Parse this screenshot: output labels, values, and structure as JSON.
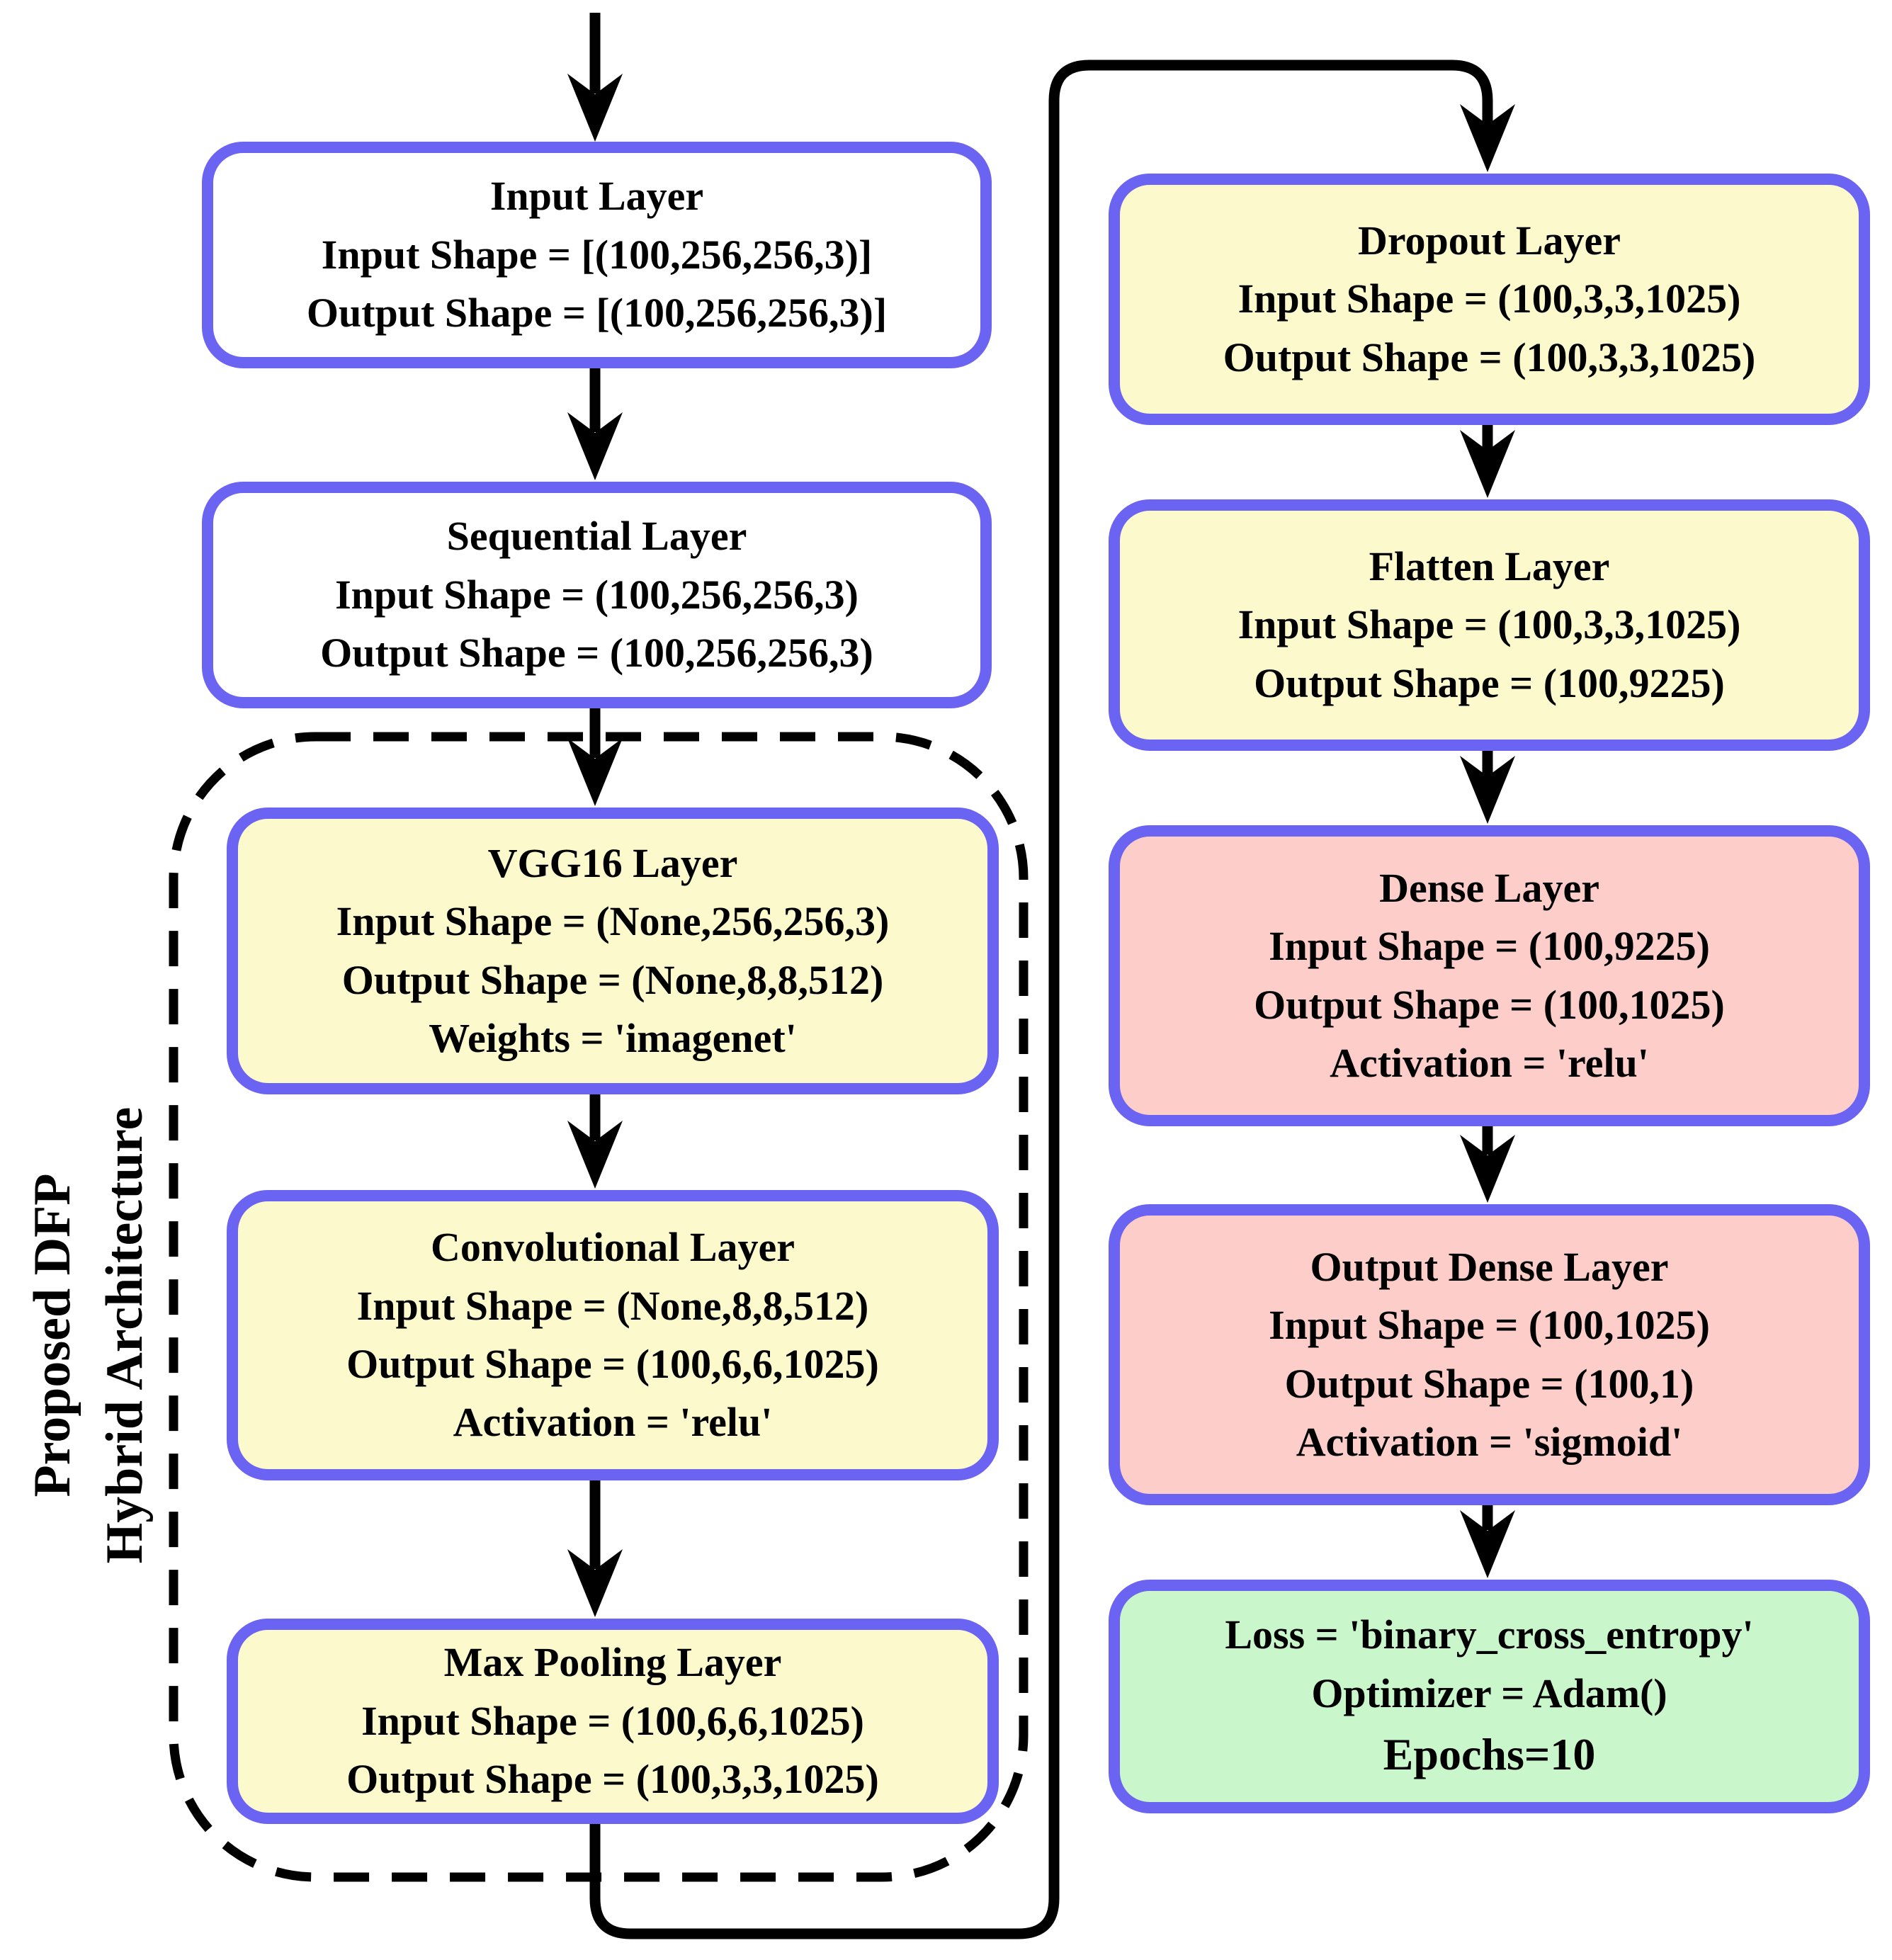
{
  "diagram": {
    "group_label": {
      "line1": "Proposed DFP",
      "line2": "Hybrid Architecture"
    },
    "boxes": {
      "input": {
        "fill": "#ffffff",
        "lines": [
          "Input Layer",
          "Input Shape = [(100,256,256,3)]",
          "Output Shape = [(100,256,256,3)]"
        ]
      },
      "sequential": {
        "fill": "#ffffff",
        "lines": [
          "Sequential Layer",
          "Input Shape = (100,256,256,3)",
          "Output Shape = (100,256,256,3)"
        ]
      },
      "vgg16": {
        "fill": "#fcf9cc",
        "lines": [
          "VGG16 Layer",
          "Input Shape = (None,256,256,3)",
          "Output Shape = (None,8,8,512)",
          "Weights = 'imagenet'"
        ]
      },
      "conv": {
        "fill": "#fcf9cc",
        "lines": [
          "Convolutional Layer",
          "Input Shape = (None,8,8,512)",
          "Output Shape = (100,6,6,1025)",
          "Activation = 'relu'"
        ]
      },
      "maxpool": {
        "fill": "#fcf9cc",
        "lines": [
          "Max Pooling Layer",
          "Input Shape = (100,6,6,1025)",
          "Output Shape = (100,3,3,1025)"
        ]
      },
      "dropout": {
        "fill": "#fcf9cc",
        "lines": [
          "Dropout Layer",
          "Input Shape = (100,3,3,1025)",
          "Output Shape = (100,3,3,1025)"
        ]
      },
      "flatten": {
        "fill": "#fcf9cc",
        "lines": [
          "Flatten Layer",
          "Input Shape = (100,3,3,1025)",
          "Output Shape = (100,9225)"
        ]
      },
      "dense": {
        "fill": "#fdcdc9",
        "lines": [
          "Dense Layer",
          "Input Shape = (100,9225)",
          "Output Shape = (100,1025)",
          "Activation = 'relu'"
        ]
      },
      "output_dense": {
        "fill": "#fdcdc9",
        "lines": [
          "Output Dense Layer",
          "Input Shape = (100,1025)",
          "Output Shape = (100,1)",
          "Activation = 'sigmoid'"
        ]
      },
      "compile": {
        "fill": "#c9f6cb",
        "lines": [
          "Loss = 'binary_cross_entropy'",
          "Optimizer = Adam()",
          "Epochs=10"
        ]
      }
    },
    "colors": {
      "node_border": "#6b63f2",
      "node_fill_white": "#ffffff",
      "node_fill_yellow": "#fcf9cc",
      "node_fill_pink": "#fdcdc9",
      "node_fill_green": "#c9f6cb",
      "connector": "#000000",
      "dashed_group_border": "#000000"
    }
  }
}
